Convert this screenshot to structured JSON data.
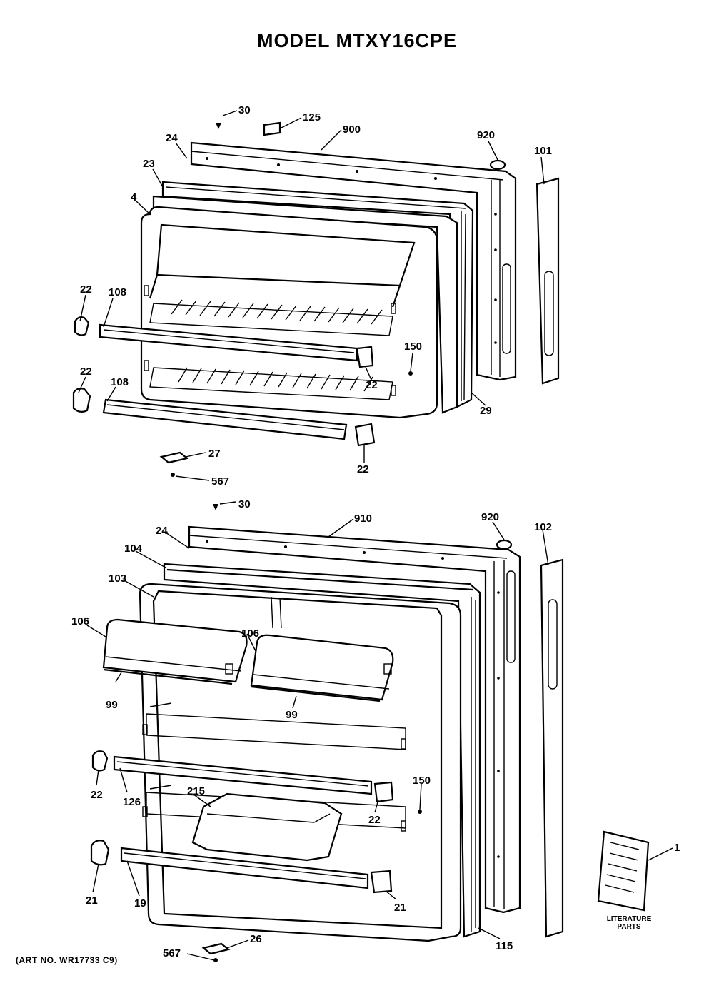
{
  "title": "MODEL MTXY16CPE",
  "art_number": "(ART NO. WR17733 C9)",
  "literature_label": [
    "LITERATURE",
    "PARTS"
  ],
  "freezer_door_labels": {
    "p30": "30",
    "p125": "125",
    "p900": "900",
    "p920": "920",
    "p101": "101",
    "p24": "24",
    "p23": "23",
    "p4": "4",
    "p22_a": "22",
    "p108_a": "108",
    "p150": "150",
    "p22_b": "22",
    "p22_c": "22",
    "p108_b": "108",
    "p29": "29",
    "p27": "27",
    "p22_d": "22",
    "p567": "567"
  },
  "fresh_food_door_labels": {
    "p30": "30",
    "p910": "910",
    "p920": "920",
    "p102": "102",
    "p24": "24",
    "p104": "104",
    "p103": "103",
    "p106_a": "106",
    "p106_b": "106",
    "p99_a": "99",
    "p99_b": "99",
    "p22_a": "22",
    "p126": "126",
    "p215": "215",
    "p150": "150",
    "p22_b": "22",
    "p21_a": "21",
    "p19": "19",
    "p21_b": "21",
    "p115": "115",
    "p1": "1",
    "p26": "26",
    "p567": "567"
  }
}
